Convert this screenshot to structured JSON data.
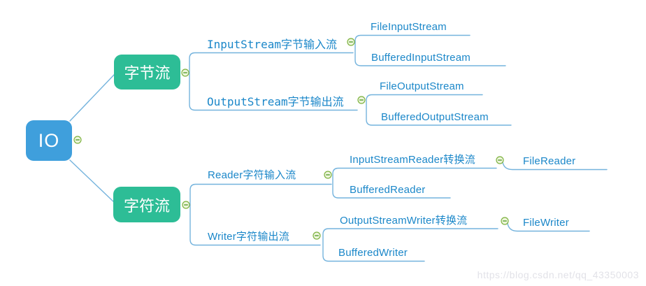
{
  "colors": {
    "root_node_blue": "#3f9fdc",
    "branch_node_green": "#2dbd96",
    "topic_text_blue": "#1b87c9",
    "connector_line_blue": "#74b3dd",
    "collapse_icon_border_green": "#7db23f",
    "collapse_icon_fill": "#eef5dc",
    "collapse_icon_dash_green": "#559e2f",
    "node_text": "#ffffff",
    "watermark_gray": "#e2e2e8"
  },
  "watermark": {
    "text": "https://blog.csdn.net/qq_43350003"
  },
  "mindmap": {
    "root": {
      "label": "IO"
    },
    "branches": [
      {
        "label": "字节流",
        "children": [
          {
            "label": "InputStream字节输入流",
            "children": [
              {
                "label": "FileInputStream"
              },
              {
                "label": "BufferedInputStream"
              }
            ]
          },
          {
            "label": "OutputStream字节输出流",
            "children": [
              {
                "label": "FileOutputStream"
              },
              {
                "label": "BufferedOutputStream"
              }
            ]
          }
        ]
      },
      {
        "label": "字符流",
        "children": [
          {
            "label": "Reader字符输入流",
            "children": [
              {
                "label": "InputStreamReader转换流",
                "children": [
                  {
                    "label": "FileReader"
                  }
                ]
              },
              {
                "label": "BufferedReader"
              }
            ]
          },
          {
            "label": "Writer字符输出流",
            "children": [
              {
                "label": "OutputStreamWriter转换流",
                "children": [
                  {
                    "label": "FileWriter"
                  }
                ]
              },
              {
                "label": "BufferedWriter"
              }
            ]
          }
        ]
      }
    ]
  }
}
